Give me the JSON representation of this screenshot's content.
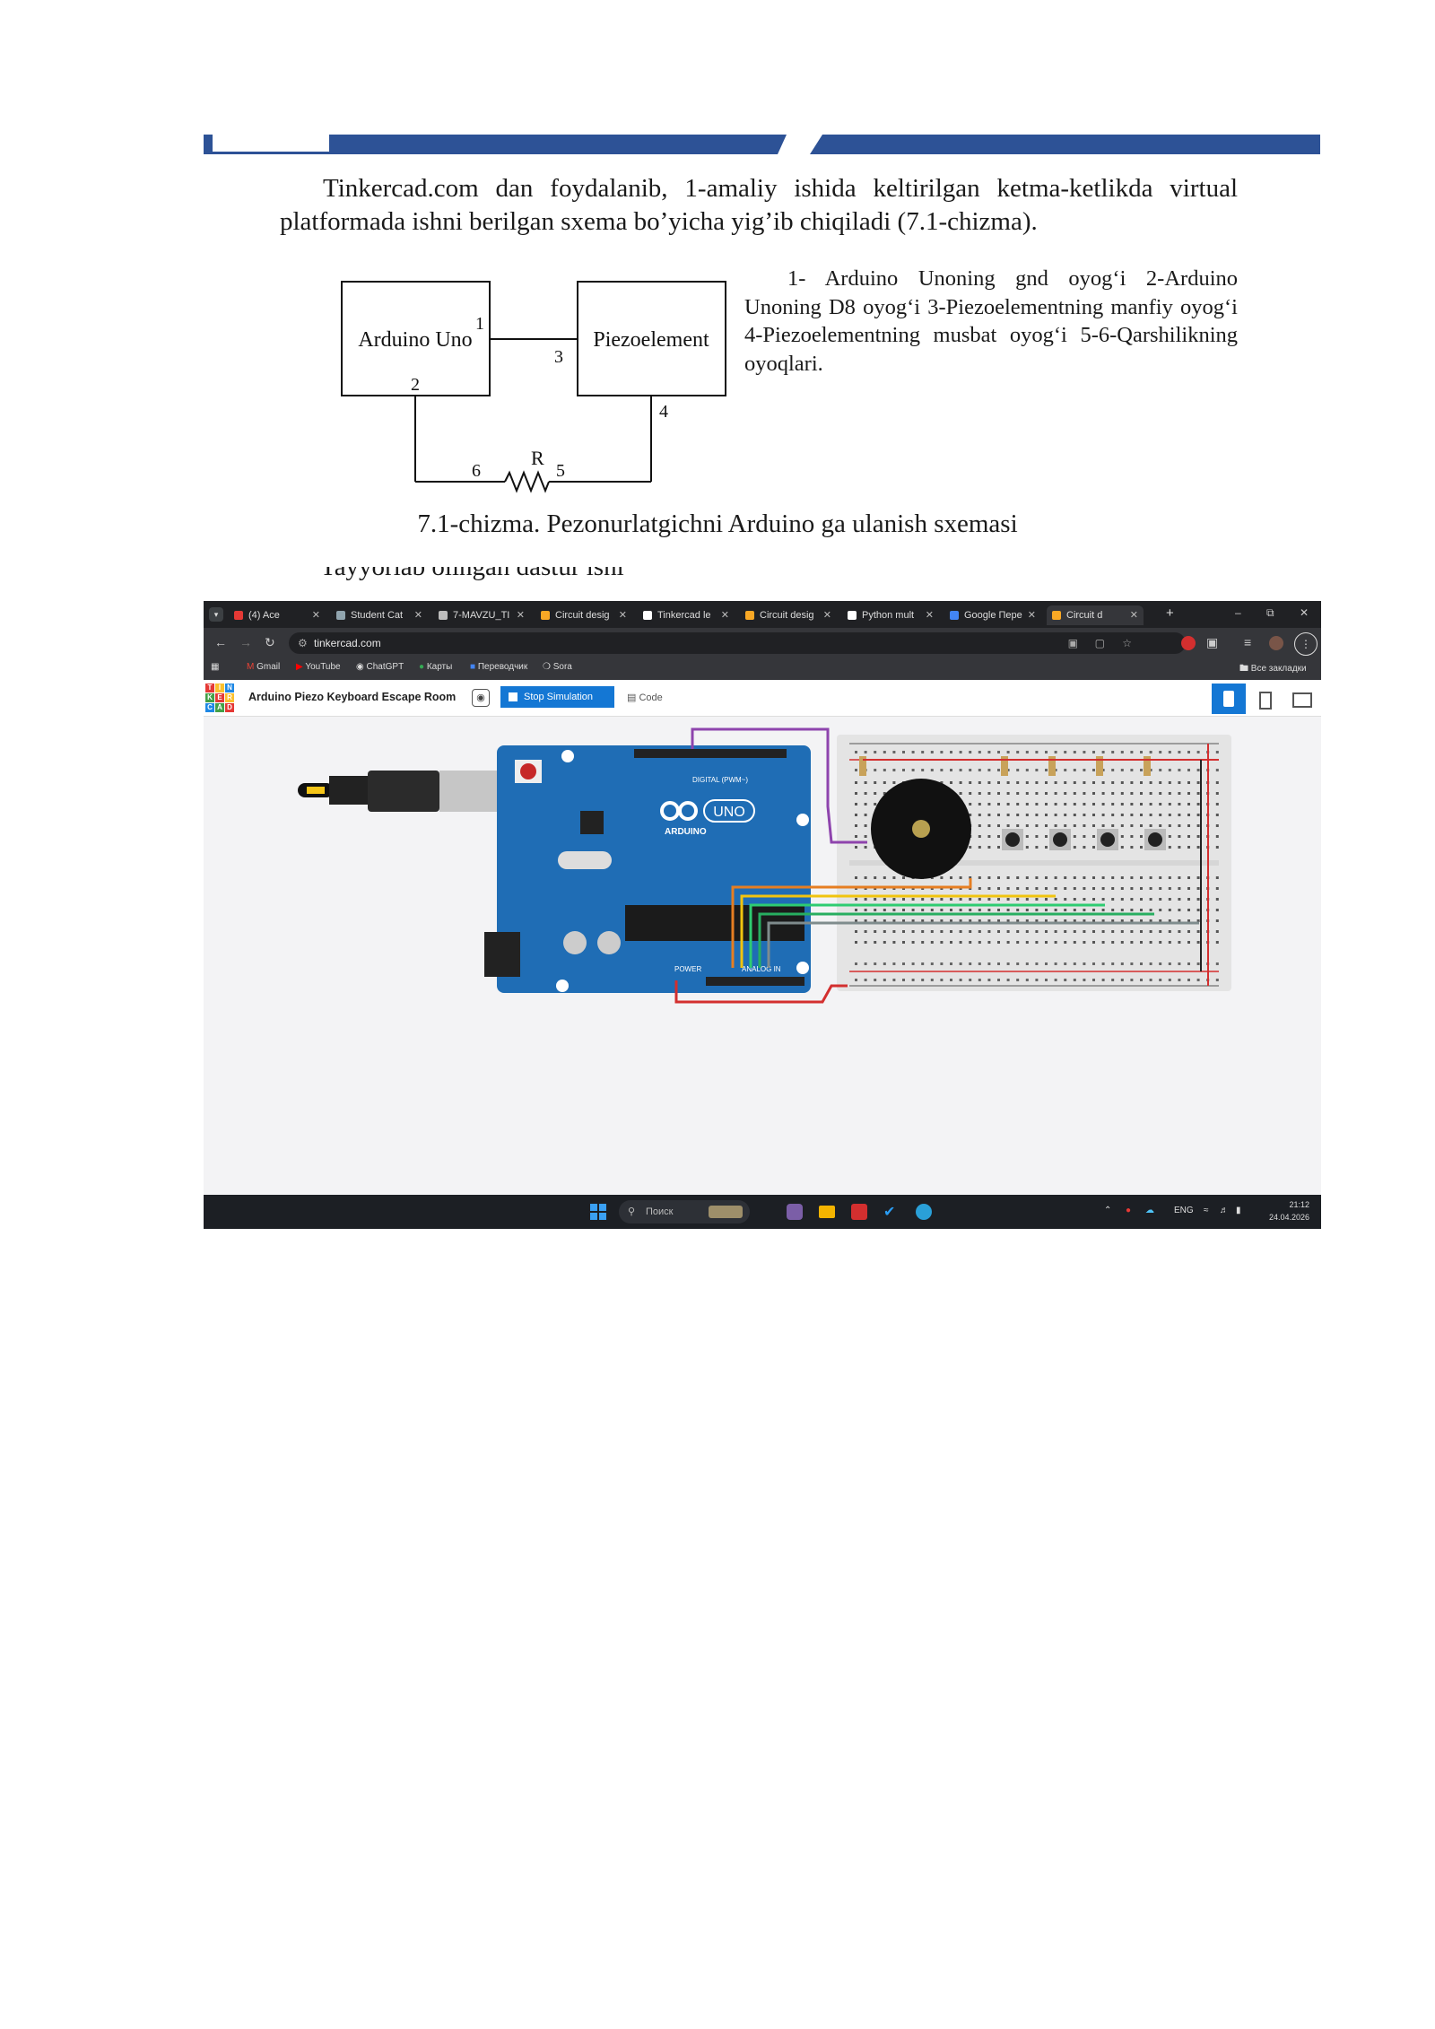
{
  "document": {
    "paragraph": "Tinkercad.com dan foydalanib, 1-amaliy ishida keltirilgan ketma-ketlikda virtual platformada ishni berilgan sxema bo’yicha yig’ib chiqiladi (7.1-chizma).",
    "legend": "1- Arduino Unoning gnd oyog‘i 2-Arduino Unoning D8 oyog‘i 3-Piezoelementning manfiy oyog‘i 4-Piezoelementning musbat oyog‘i 5-6-Qarshilikning oyoqlari.",
    "caption": "7.1-chizma. Pezonurlatgichni Arduino ga ulanish sxemasi",
    "clipped_line": "Tayyorlab olingan dastur ishi"
  },
  "schematic": {
    "block_left": "Arduino Uno",
    "block_right": "Piezoelement",
    "resistor": "R",
    "pins": [
      "1",
      "2",
      "3",
      "4",
      "5",
      "6"
    ]
  },
  "browser": {
    "tabs": [
      {
        "label": "(4) Ace",
        "color": "#e53935"
      },
      {
        "label": "Student Cat",
        "color": "#90a4ae"
      },
      {
        "label": "7-MAVZU_TI",
        "color": "#bdbdbd"
      },
      {
        "label": "Circuit desig",
        "color": "#f9a825"
      },
      {
        "label": "Tinkercad le",
        "color": "#ffffff"
      },
      {
        "label": "Circuit desig",
        "color": "#f9a825"
      },
      {
        "label": "Python mult",
        "color": "#ffffff"
      },
      {
        "label": "Google Пере",
        "color": "#4285f4"
      },
      {
        "label": "Circuit d",
        "color": "#f9a825"
      }
    ],
    "new_tab": "+",
    "url": "tinkercad.com",
    "bookmarks": [
      "Gmail",
      "YouTube",
      "ChatGPT",
      "Карты",
      "Переводчик",
      "Sora"
    ],
    "bookmarks_folder": "Все закладки"
  },
  "tinkercad": {
    "logo_letters": [
      "TIN",
      "KER",
      "CAD"
    ],
    "project_title": "Arduino Piezo Keyboard Escape Room",
    "stop_button": "Stop Simulation",
    "code_button": "Code"
  },
  "board": {
    "brand": "ARDUINO",
    "model": "UNO",
    "digital_label": "DIGITAL (PWM~)",
    "power_label": "POWER",
    "analog_label": "ANALOG IN"
  },
  "taskbar": {
    "search_placeholder": "Поиск",
    "lang": "ENG",
    "time": "21:12",
    "date": "24.04.2026"
  },
  "colors": {
    "header_blue": "#2d5296",
    "arduino_blue": "#1f6db5",
    "tinkercad_blue": "#1477d4"
  }
}
